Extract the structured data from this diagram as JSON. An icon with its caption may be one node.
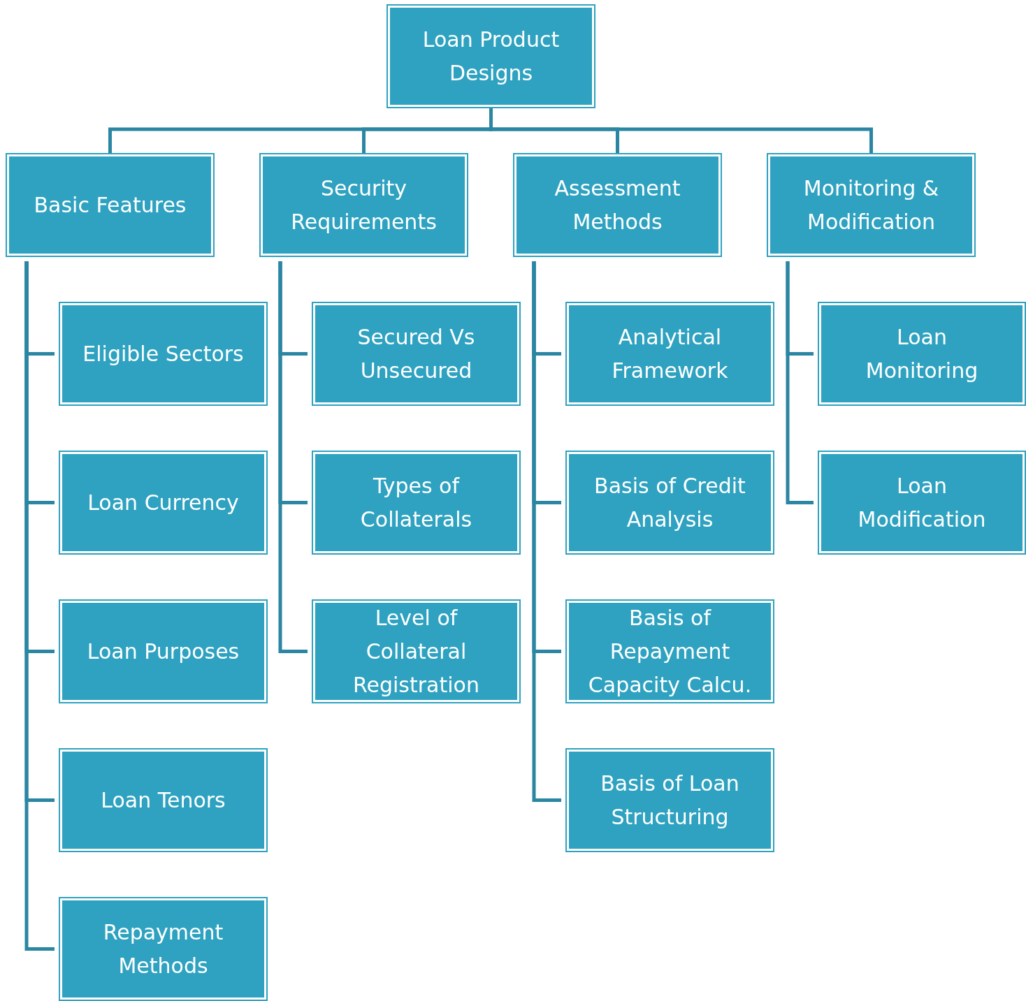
{
  "diagram": {
    "nodes": [
      {
        "text": [
          "Loan Product Designs"
        ]
      },
      {
        "text": [
          "Basic Features"
        ]
      },
      {
        "text": [
          "Security Requirements"
        ]
      },
      {
        "text": [
          "Assessment Methods"
        ]
      },
      {
        "text": [
          "Monitoring & Modification"
        ]
      },
      {
        "text": [
          "Eligible Sectors"
        ]
      },
      {
        "text": [
          "Loan Currency"
        ]
      },
      {
        "text": [
          "Loan Purposes"
        ]
      },
      {
        "text": [
          "Loan Tenors"
        ]
      },
      {
        "text": [
          "Repayment Methods"
        ]
      },
      {
        "text": [
          "Secured Vs Unsecured"
        ]
      },
      {
        "text": [
          "Types of Collaterals"
        ]
      },
      {
        "text": [
          "Level of Collateral Registration"
        ]
      },
      {
        "text": [
          "Analytical Framework"
        ]
      },
      {
        "text": [
          "Basis of Credit Analysis"
        ]
      },
      {
        "text": [
          "Basis of Repayment Capacity Calcu."
        ]
      },
      {
        "text": [
          "Basis of Loan Structuring"
        ]
      },
      {
        "text": [
          "Loan  Monitoring"
        ]
      },
      {
        "text": [
          "Loan Modification"
        ]
      }
    ],
    "edges": [
      {
        "from": 0,
        "to": 1,
        "arrow": "none"
      },
      {
        "from": 0,
        "to": 2,
        "arrow": "none"
      },
      {
        "from": 0,
        "to": 3,
        "arrow": "none"
      },
      {
        "from": 0,
        "to": 4,
        "arrow": "none"
      },
      {
        "from": 1,
        "to": 5,
        "arrow": "none"
      },
      {
        "from": 1,
        "to": 6,
        "arrow": "none"
      },
      {
        "from": 1,
        "to": 7,
        "arrow": "none"
      },
      {
        "from": 1,
        "to": 8,
        "arrow": "none"
      },
      {
        "from": 1,
        "to": 9,
        "arrow": "none"
      },
      {
        "from": 2,
        "to": 10,
        "arrow": "none"
      },
      {
        "from": 2,
        "to": 11,
        "arrow": "none"
      },
      {
        "from": 2,
        "to": 12,
        "arrow": "none"
      },
      {
        "from": 3,
        "to": 13,
        "arrow": "none"
      },
      {
        "from": 3,
        "to": 14,
        "arrow": "none"
      },
      {
        "from": 3,
        "to": 15,
        "arrow": "none"
      },
      {
        "from": 3,
        "to": 16,
        "arrow": "none"
      },
      {
        "from": 4,
        "to": 17,
        "arrow": "none"
      },
      {
        "from": 4,
        "to": 18,
        "arrow": "none"
      }
    ]
  }
}
